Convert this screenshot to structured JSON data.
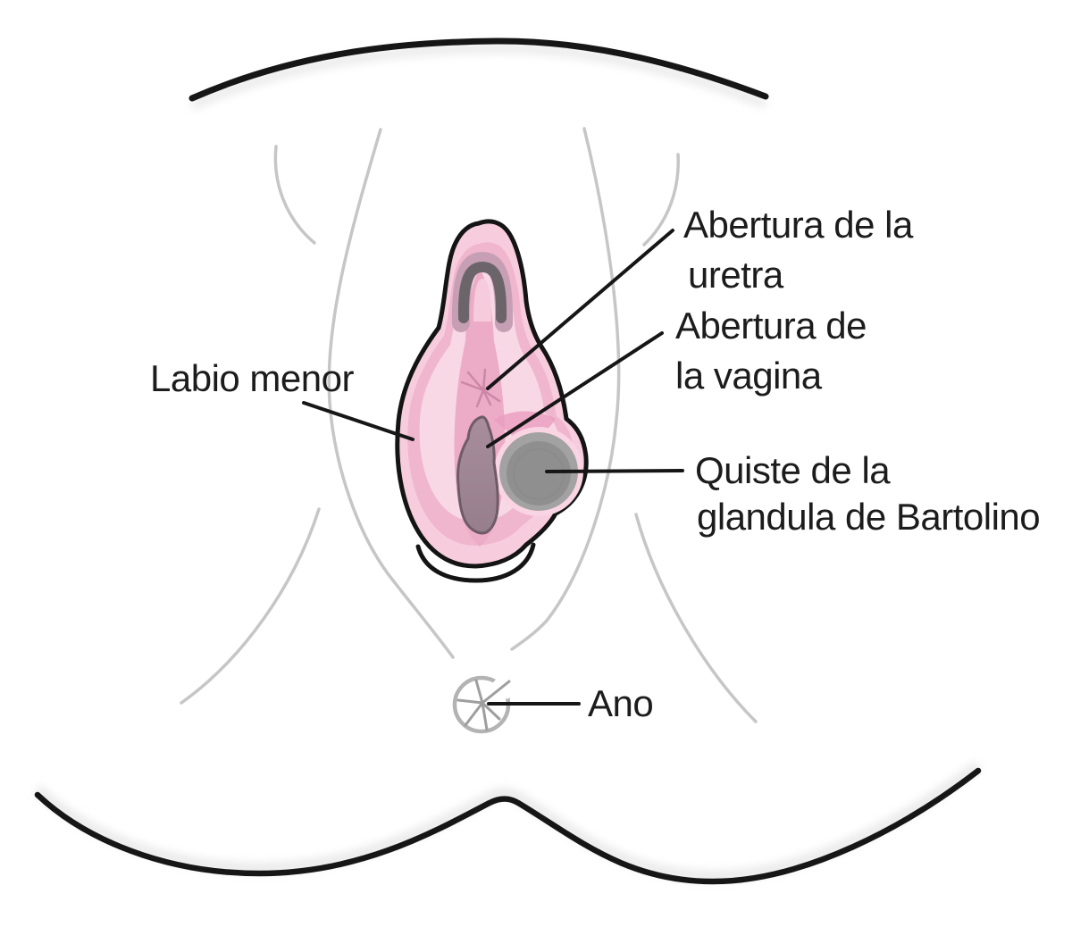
{
  "figure": {
    "labels": {
      "urethra_line1": "Abertura de la",
      "urethra_line2": "uretra",
      "vagina_line1": "Abertura de",
      "vagina_line2": "la vagina",
      "labium": "Labio menor",
      "cyst_line1": "Quiste de la",
      "cyst_line2": "glandula de Bartolino",
      "anus": "Ano"
    },
    "colors": {
      "outline_black": "#161616",
      "skin_line_gray": "#c6c6c6",
      "vulva_pink_light": "#f7cddd",
      "vulva_pink_mid": "#f0b6ce",
      "vulva_pink_inner": "#f8d8e5",
      "vulva_pink_deep": "#ecabc6",
      "vulva_pink_wedge": "#ea9dbf",
      "hood_gray": "#6b656a",
      "hood_halo_mauve": "#c79fb5",
      "hood_inner_pink": "#f6cbdc",
      "urethra_star_pink": "#cc87a7",
      "vaginal_opening_mauve": "#a18798",
      "vaginal_opening_edge": "#6f5b67",
      "cyst_gray": "#a2a2a2",
      "cyst_gray_inner": "#8f8f8f",
      "cyst_halo_pink": "#f9d4e2",
      "anus_ring_gray": "#b3b3b3",
      "anus_star_gray": "#9e9e9e",
      "label_text": "#1c1c1c"
    }
  }
}
